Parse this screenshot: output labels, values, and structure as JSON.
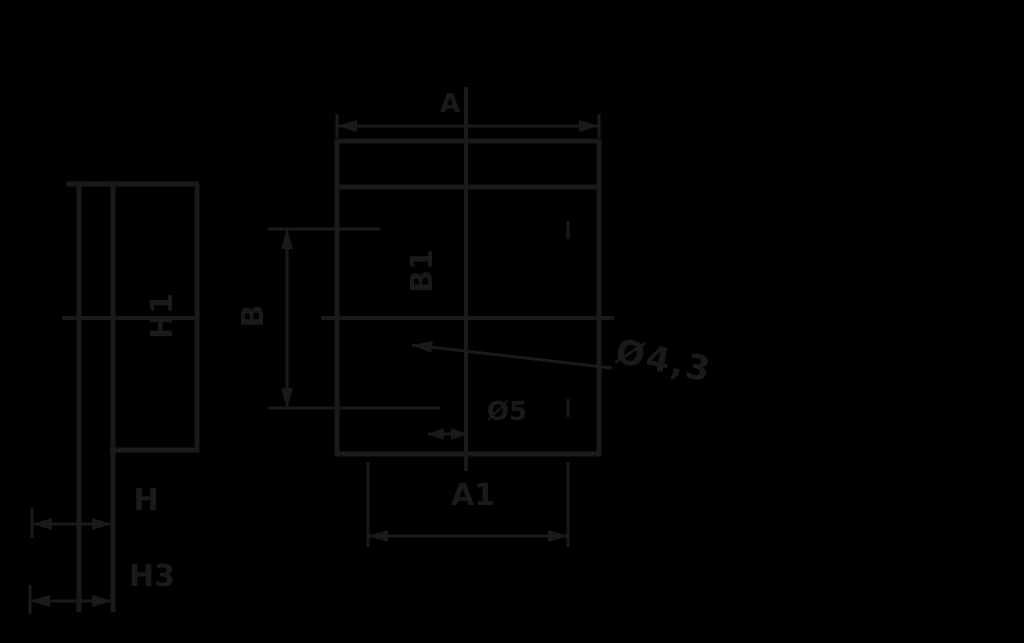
{
  "colors": {
    "background": "#000000",
    "ink": "#1a1a1a"
  },
  "drawing": {
    "type": "mechanical-dimension-drawing",
    "side_view": {
      "labels": {
        "h1": "H1",
        "h": "H",
        "h3": "H3"
      }
    },
    "front_view": {
      "labels": {
        "a": "A",
        "b": "B",
        "b1": "B1",
        "a1": "A1",
        "center": "Ø5",
        "leader": "Ø4,3"
      }
    }
  }
}
